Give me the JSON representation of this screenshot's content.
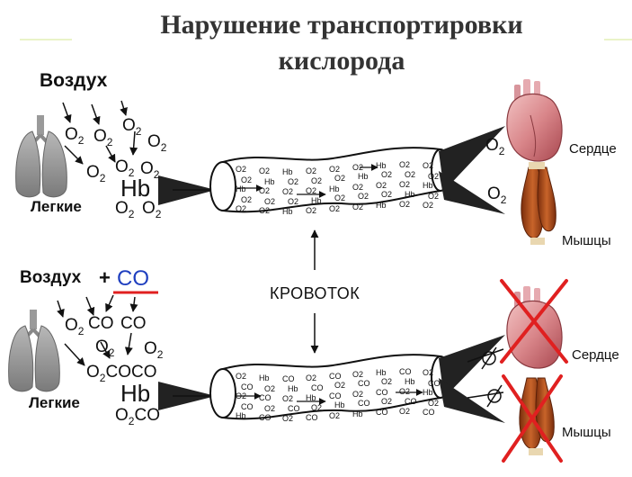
{
  "title": {
    "line1": "Нарушение транспортировки",
    "line2": "кислорода"
  },
  "top": {
    "air": "Воздух",
    "lungs": "Легкие",
    "o2": "O",
    "o2_sub": "2",
    "hb": "Hb",
    "heart": "Сердце",
    "muscles": "Мышцы"
  },
  "center": {
    "flow": "КРОВОТОК"
  },
  "bottom": {
    "air": "Воздух",
    "plus": "+",
    "co": "CO",
    "lungs": "Легкие",
    "co_mol": "CO",
    "coco": "COCO",
    "o2co_prefix": "O",
    "hb": "Hb",
    "heart": "Сердце",
    "muscles": "Мышцы"
  },
  "vessel": {
    "o2": "O2",
    "hb": "Hb",
    "co": "CO"
  },
  "colors": {
    "cross": "#e02020",
    "co_text": "#1f3fbf",
    "co_underline": "#e02020",
    "heart": "#d9868a",
    "muscle": "#b3541e"
  },
  "icons": [
    "lungs-icon",
    "heart-icon",
    "muscle-icon",
    "cross-icon",
    "funnel-icon",
    "vessel-icon"
  ]
}
